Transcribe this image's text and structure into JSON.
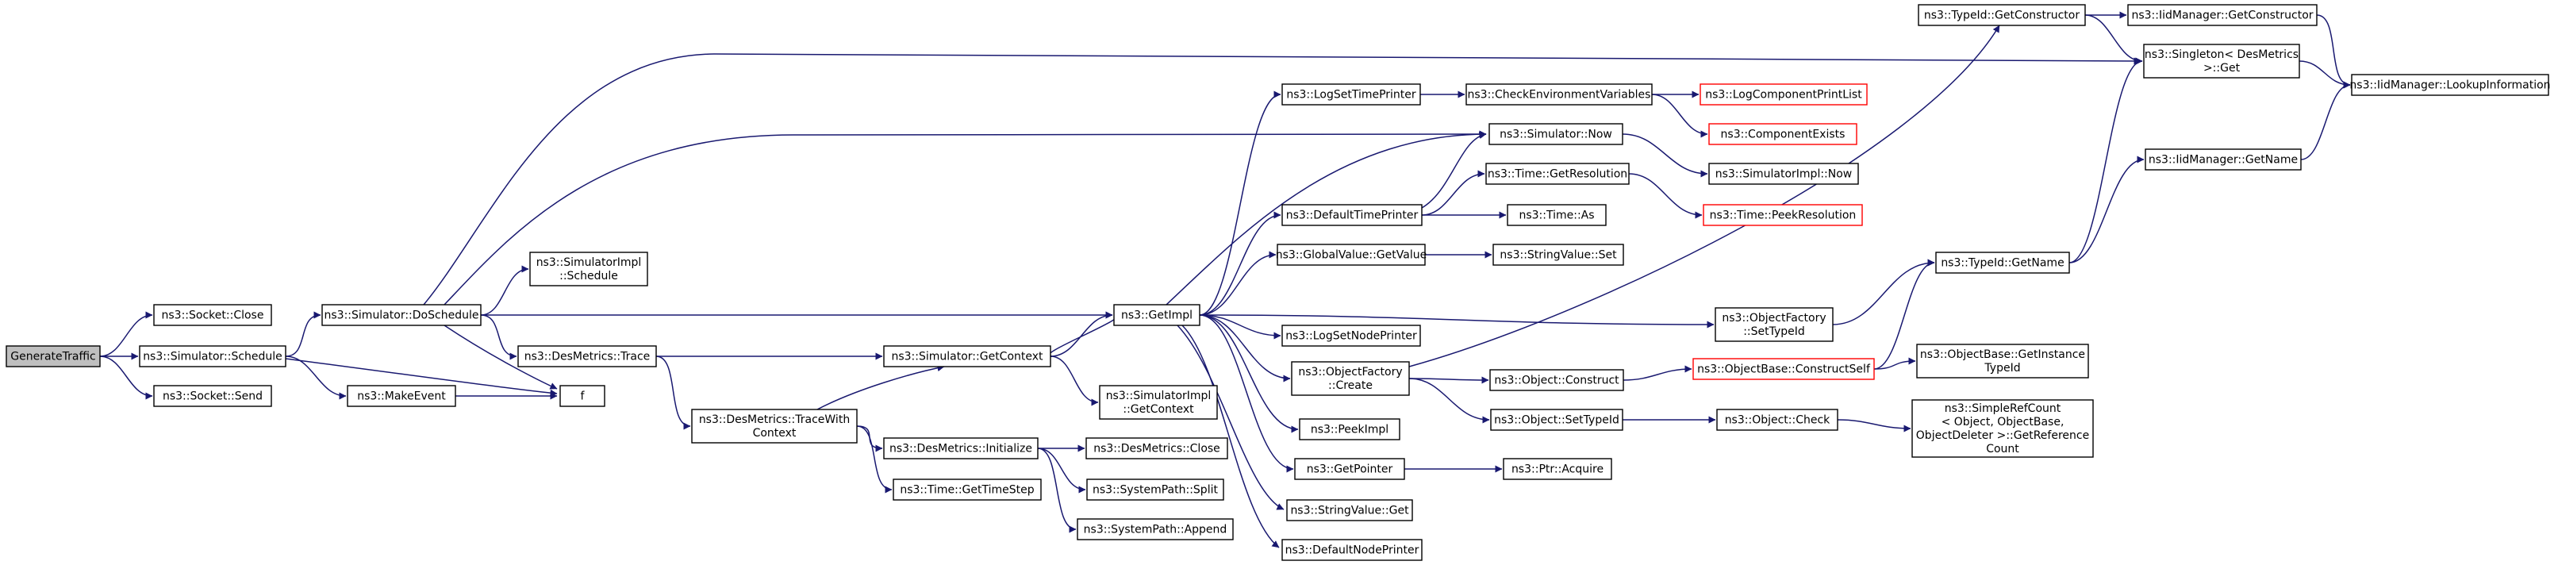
{
  "diagram": {
    "nodes": [
      {
        "id": "generate_traffic",
        "lines": [
          "GenerateTraffic"
        ],
        "style": "root"
      },
      {
        "id": "socket_close",
        "lines": [
          "ns3::Socket::Close"
        ]
      },
      {
        "id": "sim_schedule",
        "lines": [
          "ns3::Simulator::Schedule"
        ]
      },
      {
        "id": "socket_send",
        "lines": [
          "ns3::Socket::Send"
        ]
      },
      {
        "id": "sim_doschedule",
        "lines": [
          "ns3::Simulator::DoSchedule"
        ]
      },
      {
        "id": "make_event",
        "lines": [
          "ns3::MakeEvent"
        ]
      },
      {
        "id": "f",
        "lines": [
          "f"
        ]
      },
      {
        "id": "simimpl_schedule",
        "lines": [
          "ns3::SimulatorImpl",
          "::Schedule"
        ]
      },
      {
        "id": "desmetrics_trace",
        "lines": [
          "ns3::DesMetrics::Trace"
        ]
      },
      {
        "id": "desmetrics_tracewith",
        "lines": [
          "ns3::DesMetrics::TraceWith",
          "Context"
        ]
      },
      {
        "id": "sim_getcontext",
        "lines": [
          "ns3::Simulator::GetContext"
        ]
      },
      {
        "id": "desmetrics_init",
        "lines": [
          "ns3::DesMetrics::Initialize"
        ]
      },
      {
        "id": "time_gettimestep",
        "lines": [
          "ns3::Time::GetTimeStep"
        ]
      },
      {
        "id": "getimpl",
        "lines": [
          "ns3::GetImpl"
        ]
      },
      {
        "id": "simimpl_getcontext",
        "lines": [
          "ns3::SimulatorImpl",
          "::GetContext"
        ]
      },
      {
        "id": "desmetrics_close",
        "lines": [
          "ns3::DesMetrics::Close"
        ]
      },
      {
        "id": "systempath_split",
        "lines": [
          "ns3::SystemPath::Split"
        ]
      },
      {
        "id": "systempath_append",
        "lines": [
          "ns3::SystemPath::Append"
        ]
      },
      {
        "id": "logsettimeprinter",
        "lines": [
          "ns3::LogSetTimePrinter"
        ]
      },
      {
        "id": "defaulttimeprinter",
        "lines": [
          "ns3::DefaultTimePrinter"
        ]
      },
      {
        "id": "globalvalue_getvalue",
        "lines": [
          "ns3::GlobalValue::GetValue"
        ]
      },
      {
        "id": "logsetnodeprinter",
        "lines": [
          "ns3::LogSetNodePrinter"
        ]
      },
      {
        "id": "objectfactory_create",
        "lines": [
          "ns3::ObjectFactory",
          "::Create"
        ]
      },
      {
        "id": "peekimpl",
        "lines": [
          "ns3::PeekImpl"
        ]
      },
      {
        "id": "getpointer",
        "lines": [
          "ns3::GetPointer"
        ]
      },
      {
        "id": "stringvalue_get",
        "lines": [
          "ns3::StringValue::Get"
        ]
      },
      {
        "id": "defaultnodeprinter",
        "lines": [
          "ns3::DefaultNodePrinter"
        ]
      },
      {
        "id": "checkenvvars",
        "lines": [
          "ns3::CheckEnvironmentVariables"
        ]
      },
      {
        "id": "sim_now",
        "lines": [
          "ns3::Simulator::Now"
        ]
      },
      {
        "id": "time_getresolution",
        "lines": [
          "ns3::Time::GetResolution"
        ]
      },
      {
        "id": "time_as",
        "lines": [
          "ns3::Time::As"
        ]
      },
      {
        "id": "stringvalue_set",
        "lines": [
          "ns3::StringValue::Set"
        ]
      },
      {
        "id": "object_construct",
        "lines": [
          "ns3::Object::Construct"
        ]
      },
      {
        "id": "object_settypeid",
        "lines": [
          "ns3::Object::SetTypeId"
        ]
      },
      {
        "id": "ptr_acquire",
        "lines": [
          "ns3::Ptr::Acquire"
        ]
      },
      {
        "id": "logcomponentprintlist",
        "lines": [
          "ns3::LogComponentPrintList"
        ],
        "style": "red"
      },
      {
        "id": "componentexists",
        "lines": [
          "ns3::ComponentExists"
        ],
        "style": "red"
      },
      {
        "id": "simimpl_now",
        "lines": [
          "ns3::SimulatorImpl::Now"
        ]
      },
      {
        "id": "time_peekresolution",
        "lines": [
          "ns3::Time::PeekResolution"
        ],
        "style": "red"
      },
      {
        "id": "objectfactory_settypeid",
        "lines": [
          "ns3::ObjectFactory",
          "::SetTypeId"
        ]
      },
      {
        "id": "objectbase_constructself",
        "lines": [
          "ns3::ObjectBase::ConstructSelf"
        ],
        "style": "red"
      },
      {
        "id": "object_check",
        "lines": [
          "ns3::Object::Check"
        ]
      },
      {
        "id": "typeid_getconstructor",
        "lines": [
          "ns3::TypeId::GetConstructor"
        ]
      },
      {
        "id": "typeid_getname",
        "lines": [
          "ns3::TypeId::GetName"
        ]
      },
      {
        "id": "objectbase_getinstancetypeid",
        "lines": [
          "ns3::ObjectBase::GetInstance",
          "TypeId"
        ]
      },
      {
        "id": "simplerefcount",
        "lines": [
          "ns3::SimpleRefCount",
          "< Object, ObjectBase,",
          "ObjectDeleter >::GetReference",
          "Count"
        ]
      },
      {
        "id": "iidmanager_getconstructor",
        "lines": [
          "ns3::IidManager::GetConstructor"
        ]
      },
      {
        "id": "singleton_desmetrics",
        "lines": [
          "ns3::Singleton< DesMetrics",
          " >::Get"
        ]
      },
      {
        "id": "iidmanager_getname",
        "lines": [
          "ns3::IidManager::GetName"
        ]
      },
      {
        "id": "iidmanager_lookupinfo",
        "lines": [
          "ns3::IidManager::LookupInformation"
        ]
      }
    ],
    "edges": [
      [
        "generate_traffic",
        "socket_close"
      ],
      [
        "generate_traffic",
        "sim_schedule"
      ],
      [
        "generate_traffic",
        "socket_send"
      ],
      [
        "sim_schedule",
        "sim_doschedule"
      ],
      [
        "sim_schedule",
        "make_event"
      ],
      [
        "sim_schedule",
        "f"
      ],
      [
        "make_event",
        "f"
      ],
      [
        "sim_doschedule",
        "simimpl_schedule"
      ],
      [
        "sim_doschedule",
        "desmetrics_trace"
      ],
      [
        "sim_doschedule",
        "getimpl"
      ],
      [
        "sim_doschedule",
        "sim_now"
      ],
      [
        "sim_doschedule",
        "singleton_desmetrics"
      ],
      [
        "sim_doschedule",
        "f"
      ],
      [
        "desmetrics_trace",
        "sim_getcontext"
      ],
      [
        "desmetrics_trace",
        "desmetrics_tracewith"
      ],
      [
        "desmetrics_tracewith",
        "sim_getcontext"
      ],
      [
        "desmetrics_tracewith",
        "desmetrics_init"
      ],
      [
        "desmetrics_tracewith",
        "time_gettimestep"
      ],
      [
        "sim_getcontext",
        "getimpl"
      ],
      [
        "sim_getcontext",
        "simimpl_getcontext"
      ],
      [
        "desmetrics_init",
        "desmetrics_close"
      ],
      [
        "desmetrics_init",
        "systempath_split"
      ],
      [
        "desmetrics_init",
        "systempath_append"
      ],
      [
        "getimpl",
        "logsettimeprinter"
      ],
      [
        "getimpl",
        "defaulttimeprinter"
      ],
      [
        "getimpl",
        "globalvalue_getvalue"
      ],
      [
        "getimpl",
        "logsetnodeprinter"
      ],
      [
        "getimpl",
        "objectfactory_create"
      ],
      [
        "getimpl",
        "peekimpl"
      ],
      [
        "getimpl",
        "getpointer"
      ],
      [
        "getimpl",
        "stringvalue_get"
      ],
      [
        "getimpl",
        "defaultnodeprinter"
      ],
      [
        "getimpl",
        "sim_now"
      ],
      [
        "getimpl",
        "sim_getcontext"
      ],
      [
        "getimpl",
        "objectfactory_settypeid"
      ],
      [
        "logsettimeprinter",
        "checkenvvars"
      ],
      [
        "checkenvvars",
        "logcomponentprintlist"
      ],
      [
        "checkenvvars",
        "componentexists"
      ],
      [
        "defaulttimeprinter",
        "sim_now"
      ],
      [
        "defaulttimeprinter",
        "time_getresolution"
      ],
      [
        "defaulttimeprinter",
        "time_as"
      ],
      [
        "globalvalue_getvalue",
        "stringvalue_set"
      ],
      [
        "objectfactory_create",
        "object_construct"
      ],
      [
        "objectfactory_create",
        "object_settypeid"
      ],
      [
        "objectfactory_create",
        "typeid_getconstructor"
      ],
      [
        "getpointer",
        "ptr_acquire"
      ],
      [
        "sim_now",
        "simimpl_now"
      ],
      [
        "time_getresolution",
        "time_peekresolution"
      ],
      [
        "object_construct",
        "objectbase_constructself"
      ],
      [
        "object_settypeid",
        "object_check"
      ],
      [
        "object_check",
        "simplerefcount"
      ],
      [
        "objectfactory_settypeid",
        "typeid_getname"
      ],
      [
        "objectbase_constructself",
        "typeid_getname"
      ],
      [
        "objectbase_constructself",
        "objectbase_getinstancetypeid"
      ],
      [
        "typeid_getconstructor",
        "iidmanager_getconstructor"
      ],
      [
        "typeid_getconstructor",
        "singleton_desmetrics"
      ],
      [
        "typeid_getname",
        "singleton_desmetrics"
      ],
      [
        "typeid_getname",
        "iidmanager_getname"
      ],
      [
        "iidmanager_getconstructor",
        "iidmanager_lookupinfo"
      ],
      [
        "iidmanager_getname",
        "iidmanager_lookupinfo"
      ],
      [
        "singleton_desmetrics",
        "iidmanager_lookupinfo"
      ]
    ]
  }
}
